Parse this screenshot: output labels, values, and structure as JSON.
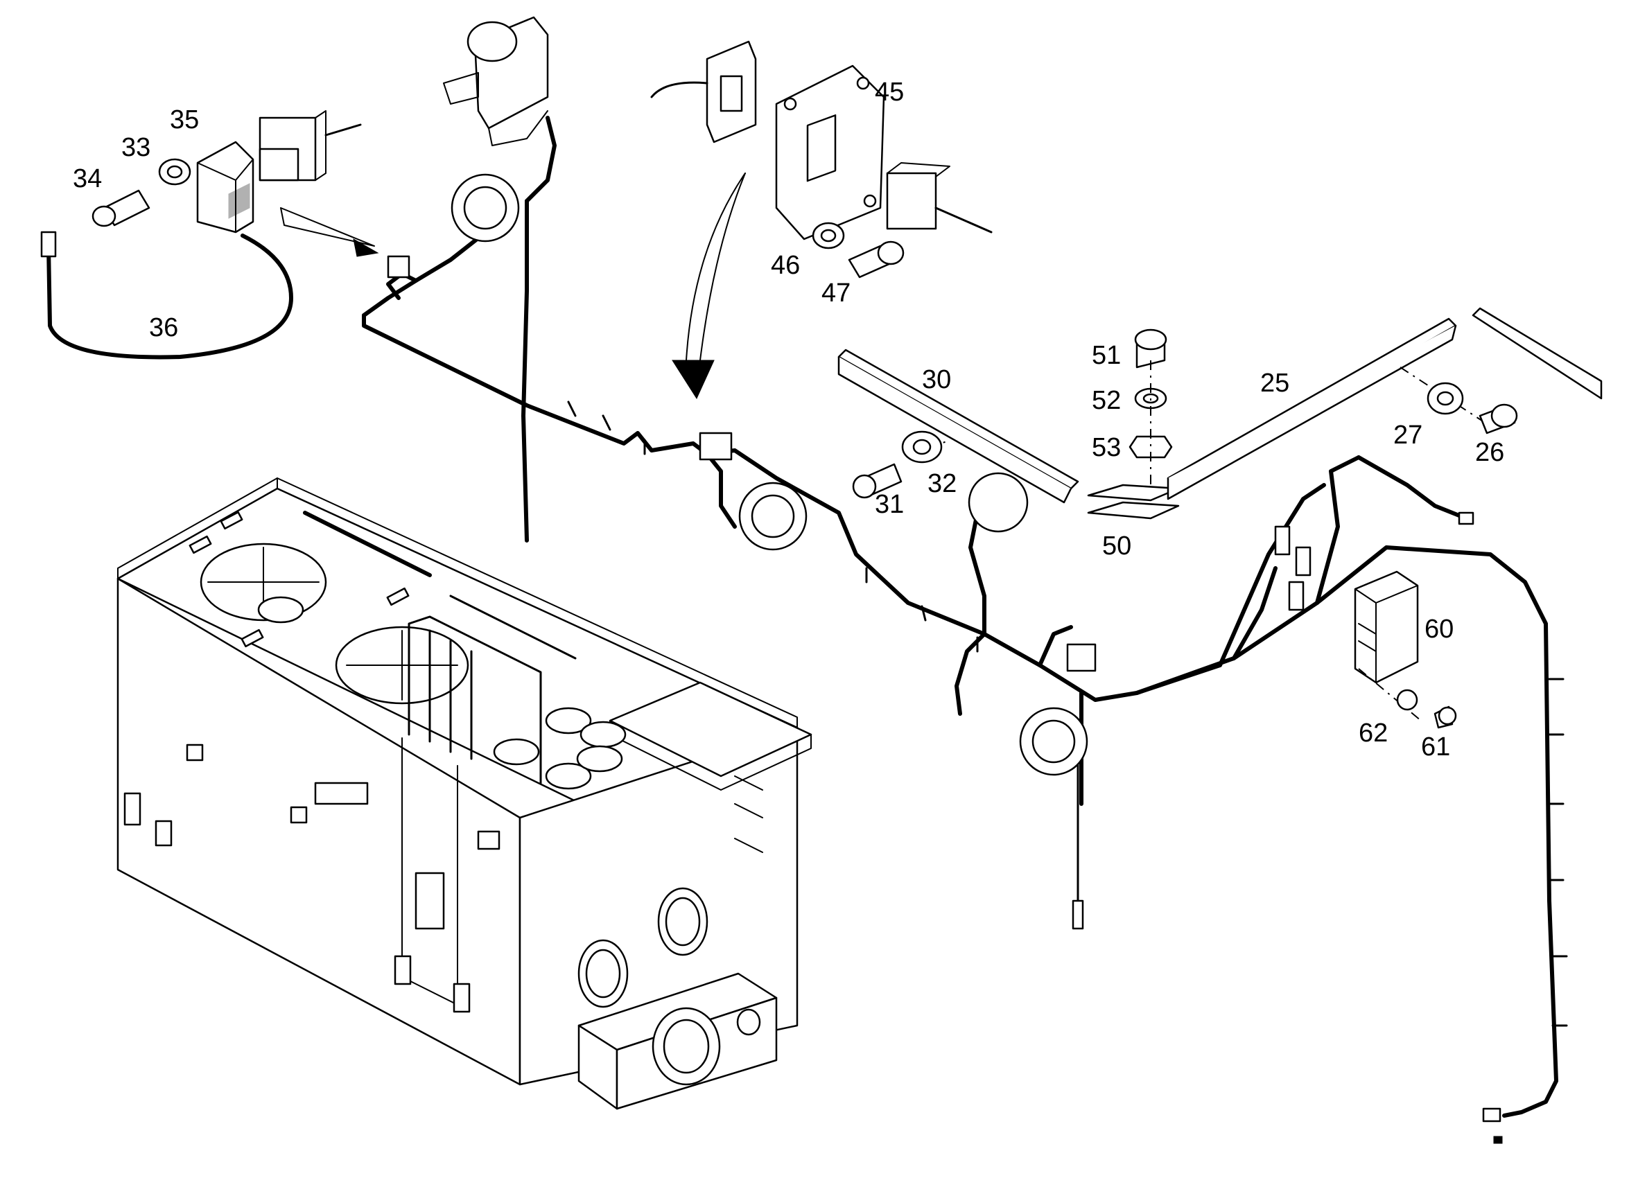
{
  "callouts": {
    "c34": "34",
    "c33": "33",
    "c35": "35",
    "c36": "36",
    "c45": "45",
    "c46": "46",
    "c47": "47",
    "c30": "30",
    "c31": "31",
    "c32": "32",
    "c51": "51",
    "c52": "52",
    "c53": "53",
    "c50": "50",
    "c25": "25",
    "c27": "27",
    "c26": "26",
    "c60": "60",
    "c62": "62",
    "c61": "61"
  },
  "colors": {
    "line": "#000000",
    "background": "#ffffff"
  }
}
